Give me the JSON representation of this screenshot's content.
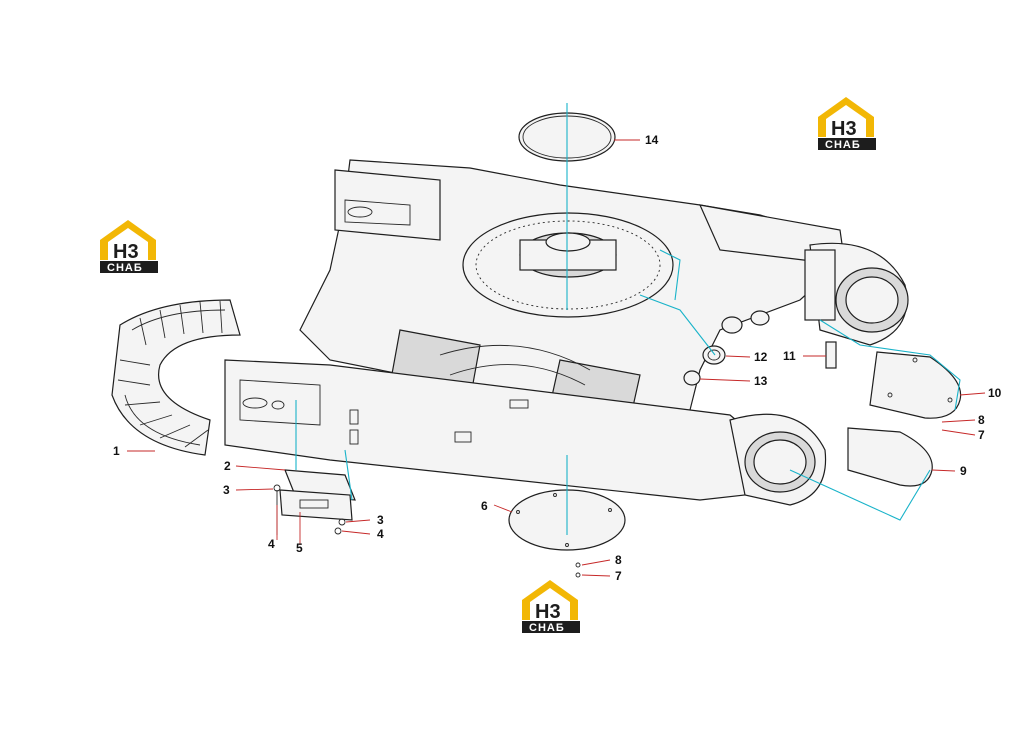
{
  "brand": {
    "logo_mark": "H3",
    "logo_word": "СНАБ",
    "colors": {
      "roof": "#f2b705",
      "dark": "#1d1d1d"
    }
  },
  "callouts": [
    "1",
    "2",
    "3",
    "4",
    "5",
    "3",
    "4",
    "6",
    "8",
    "7",
    "9",
    "8",
    "7",
    "10",
    "11",
    "12",
    "13",
    "14"
  ],
  "colors": {
    "assembly_line": "#19b3c9",
    "leader_line": "#c62828",
    "outline": "#1f1f1f"
  }
}
